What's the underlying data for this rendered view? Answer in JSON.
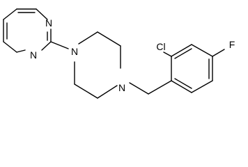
{
  "molecule": {
    "atoms": {
      "pyrimidine_n1": "N",
      "pyrimidine_n3": "N",
      "piperazine_n1": "N",
      "piperazine_n4": "N",
      "chlorine": "Cl",
      "fluorine": "F"
    }
  }
}
